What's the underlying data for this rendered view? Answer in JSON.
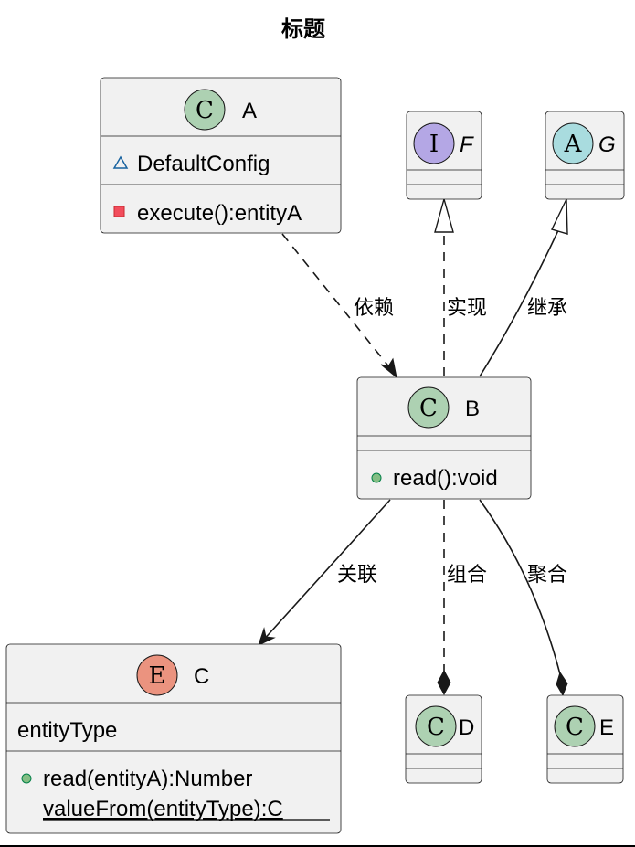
{
  "title": "标题",
  "classes": {
    "A": {
      "stereotype_letter": "C",
      "name": "A",
      "fields": [
        {
          "visibility": "package",
          "text": "DefaultConfig"
        }
      ],
      "methods": [
        {
          "visibility": "private",
          "text": "execute():entityA"
        }
      ]
    },
    "F": {
      "stereotype_letter": "I",
      "name": "F"
    },
    "G": {
      "stereotype_letter": "A",
      "name": "G"
    },
    "B": {
      "stereotype_letter": "C",
      "name": "B",
      "methods": [
        {
          "visibility": "public",
          "text": "read():void"
        }
      ]
    },
    "C": {
      "stereotype_letter": "E",
      "name": "C",
      "fields": [
        {
          "text": "entityType"
        }
      ],
      "methods": [
        {
          "visibility": "public",
          "text": "read(entityA):Number"
        },
        {
          "visibility": "none",
          "static": true,
          "text": "valueFrom(entityType):C"
        }
      ]
    },
    "D": {
      "stereotype_letter": "C",
      "name": "D"
    },
    "E": {
      "stereotype_letter": "C",
      "name": "E"
    }
  },
  "relations": [
    {
      "from": "A",
      "to": "B",
      "type": "dependency",
      "label": "依赖"
    },
    {
      "from": "B",
      "to": "F",
      "type": "realization",
      "label": "实现"
    },
    {
      "from": "B",
      "to": "G",
      "type": "inheritance",
      "label": "继承"
    },
    {
      "from": "B",
      "to": "C",
      "type": "association",
      "label": "关联"
    },
    {
      "from": "B",
      "to": "D",
      "type": "composition",
      "label": "组合"
    },
    {
      "from": "B",
      "to": "E",
      "type": "aggregation",
      "label": "聚合"
    }
  ],
  "colors": {
    "class_badge": "#add1b2",
    "interface_badge": "#b4a7e5",
    "abstract_badge": "#a9dcdf",
    "enum_badge": "#eb937f",
    "private_marker": "#f24d5c",
    "package_marker": "#1963a0",
    "public_marker": "#84be84"
  }
}
